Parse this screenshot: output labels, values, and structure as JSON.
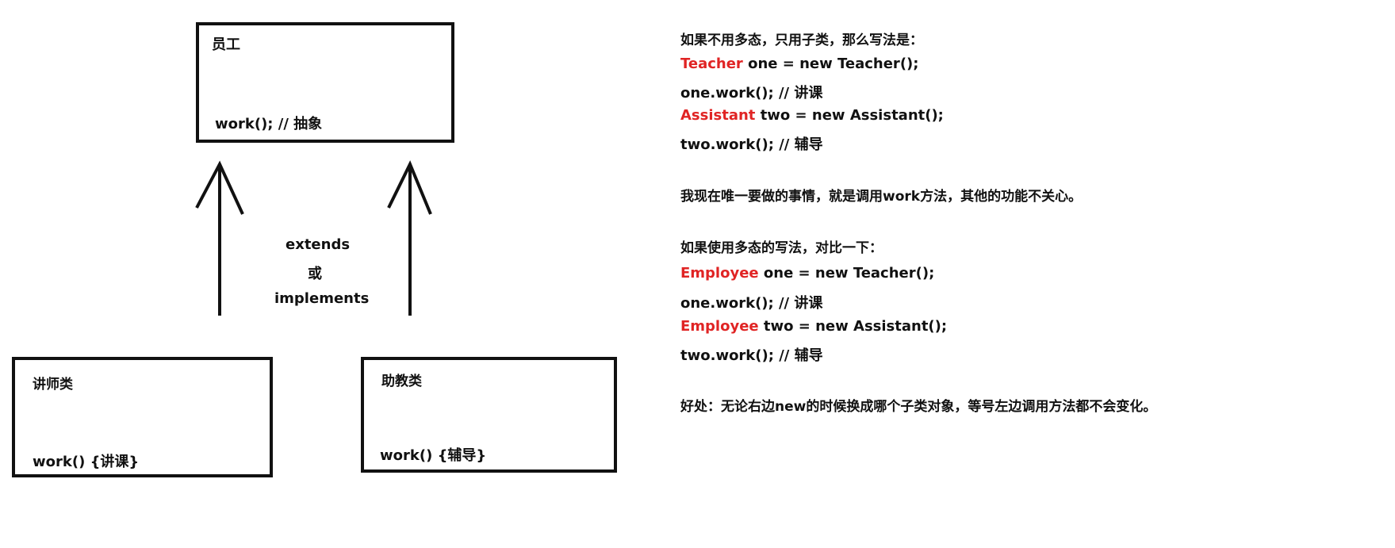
{
  "diagram": {
    "parent": {
      "title": "员工",
      "method": "work(); // 抽象"
    },
    "relation": {
      "line1": "extends",
      "line2": "或",
      "line3": "implements"
    },
    "child_left": {
      "title": "讲师类",
      "method": "work() {讲课}"
    },
    "child_right": {
      "title": "助教类",
      "method": "work() {辅导}"
    }
  },
  "notes": {
    "intro": "如果不用多态，只用子类，那么写法是：",
    "code1": [
      {
        "type": "Teacher",
        "rest": " one = new Teacher();"
      },
      {
        "type": "",
        "rest": "one.work(); // 讲课"
      },
      {
        "type": "Assistant",
        "rest": " two = new Assistant();"
      },
      {
        "type": "",
        "rest": "two.work(); // 辅导"
      }
    ],
    "purpose": "我现在唯一要做的事情，就是调用work方法，其他的功能不关心。",
    "compare": "如果使用多态的写法，对比一下：",
    "code2": [
      {
        "type": "Employee",
        "rest": " one = new Teacher();"
      },
      {
        "type": "",
        "rest": "one.work(); // 讲课"
      },
      {
        "type": "Employee",
        "rest": " two = new Assistant();"
      },
      {
        "type": "",
        "rest": "two.work(); // 辅导"
      }
    ],
    "benefit": "好处：无论右边new的时候换成哪个子类对象，等号左边调用方法都不会变化。"
  },
  "colors": {
    "keyword": "#e02424",
    "text": "#111111"
  }
}
